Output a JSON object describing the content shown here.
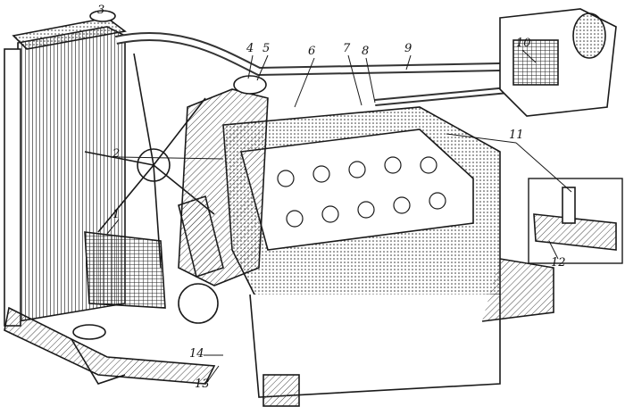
{
  "diagram": {
    "subject": "engine-cooling-system",
    "callouts": [
      "1",
      "2",
      "3",
      "4",
      "5",
      "6",
      "7",
      "8",
      "9",
      "10",
      "11",
      "12",
      "13",
      "14"
    ]
  },
  "colors": {
    "ink": "#1a1a1a",
    "hatch": "#555555",
    "paper": "#ffffff"
  }
}
